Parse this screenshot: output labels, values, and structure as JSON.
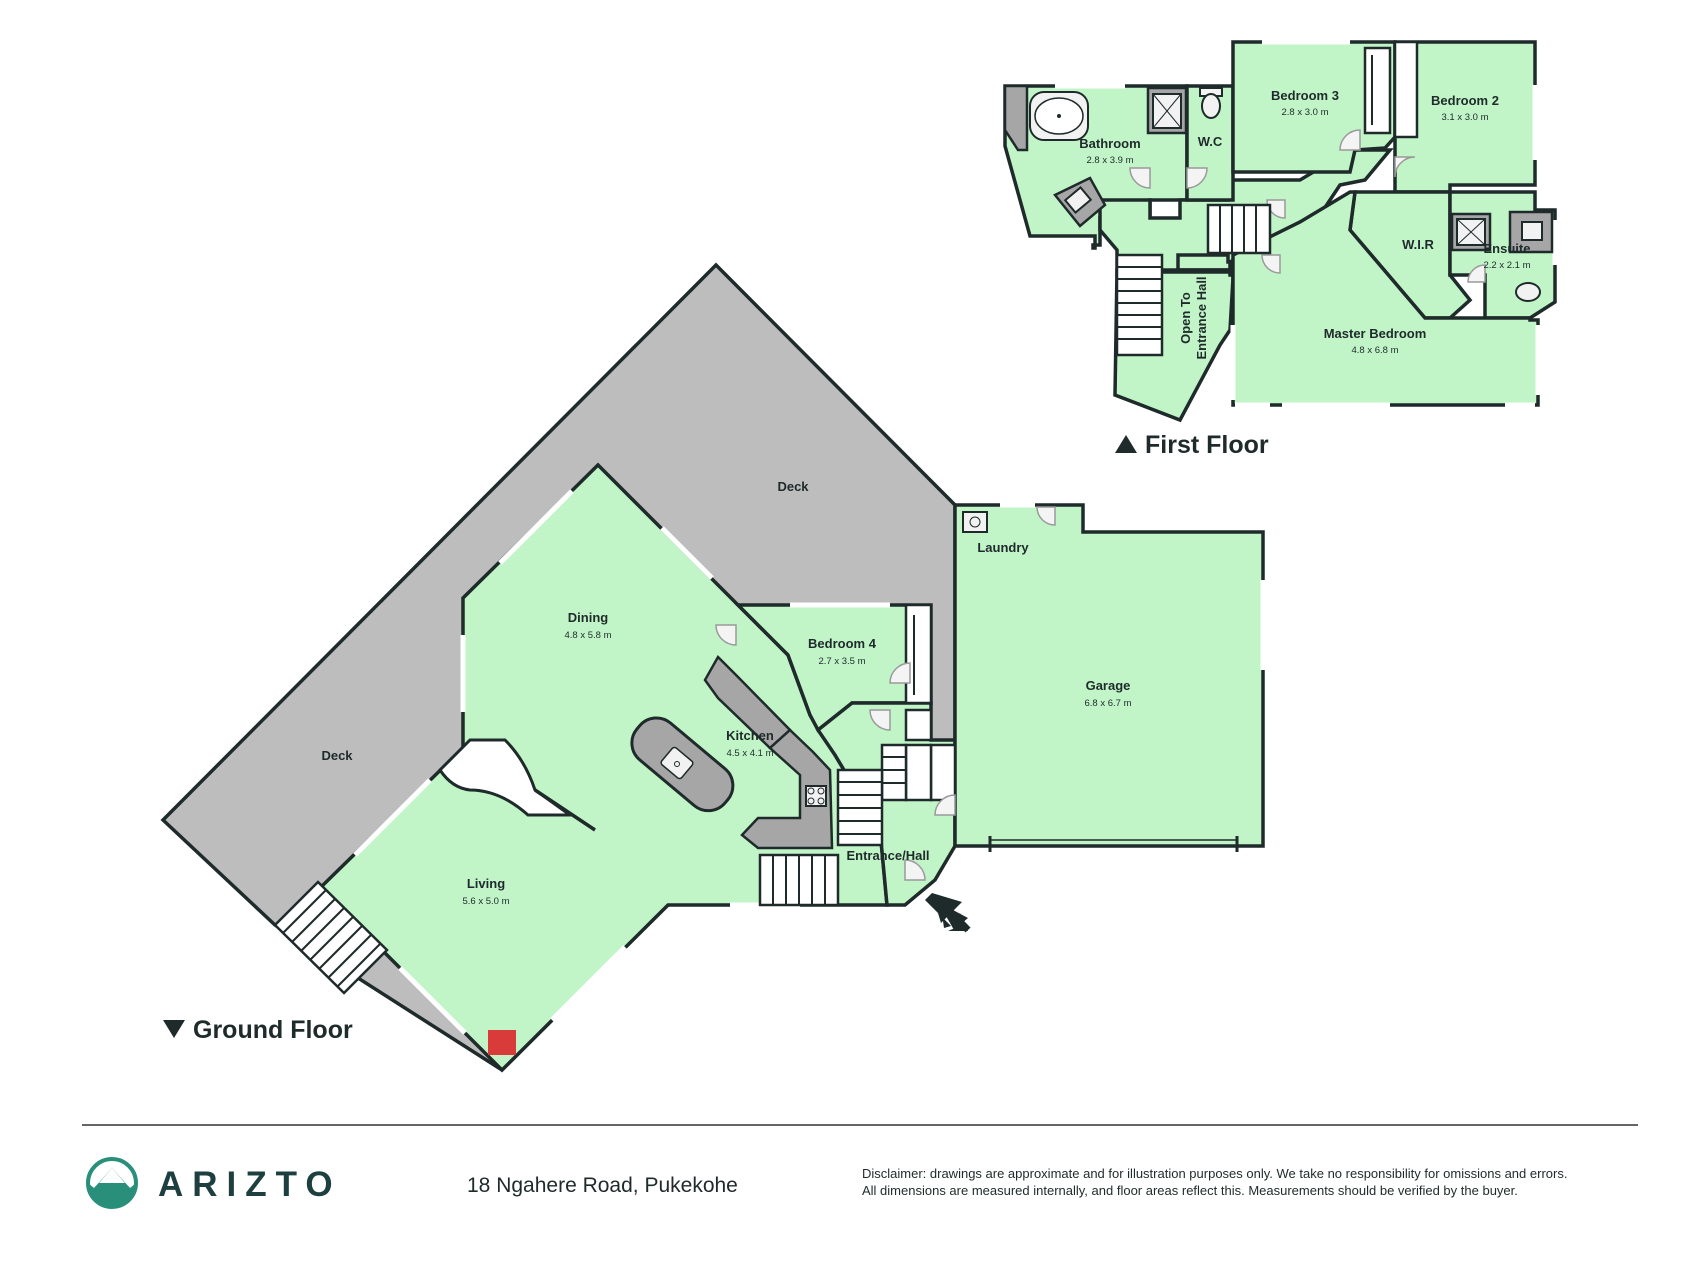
{
  "floors": {
    "ground": {
      "label": "Ground Floor"
    },
    "first": {
      "label": "First Floor"
    }
  },
  "rooms": {
    "deck_upper": {
      "name": "Deck"
    },
    "deck_left": {
      "name": "Deck"
    },
    "dining": {
      "name": "Dining",
      "dims": "4.8 x 5.8 m"
    },
    "kitchen": {
      "name": "Kitchen",
      "dims": "4.5 x 4.1 m"
    },
    "bedroom4": {
      "name": "Bedroom 4",
      "dims": "2.7 x 3.5 m"
    },
    "living": {
      "name": "Living",
      "dims": "5.6 x 5.0 m"
    },
    "entrance": {
      "name": "Entrance/Hall"
    },
    "laundry": {
      "name": "Laundry"
    },
    "garage": {
      "name": "Garage",
      "dims": "6.8 x 6.7 m"
    },
    "bathroom": {
      "name": "Bathroom",
      "dims": "2.8 x 3.9 m"
    },
    "wc": {
      "name": "W.C"
    },
    "bedroom3": {
      "name": "Bedroom 3",
      "dims": "2.8 x 3.0 m"
    },
    "bedroom2": {
      "name": "Bedroom 2",
      "dims": "3.1 x 3.0 m"
    },
    "wir": {
      "name": "W.I.R"
    },
    "ensuite": {
      "name": "Ensuite",
      "dims": "2.2 x 2.1 m"
    },
    "master": {
      "name": "Master Bedroom",
      "dims": "4.8 x 6.8 m"
    },
    "open_to_hall": {
      "line1": "Open To",
      "line2": "Entrance Hall"
    }
  },
  "footer": {
    "brand": "ARIZTO",
    "address": "18 Ngahere Road, Pukekohe",
    "disclaimer_line1": "Disclaimer: drawings are approximate and for illustration purposes only. We take no responsibility for omissions and errors.",
    "disclaimer_line2": "All dimensions are measured internally, and floor areas reflect this. Measurements should be verified by the buyer."
  },
  "colors": {
    "room_fill": "#c1f5c8",
    "deck_fill": "#bdbdbd",
    "wall": "#1f2a2a",
    "brand": "#1d3f3f",
    "fireplace": "#d93a3a"
  }
}
